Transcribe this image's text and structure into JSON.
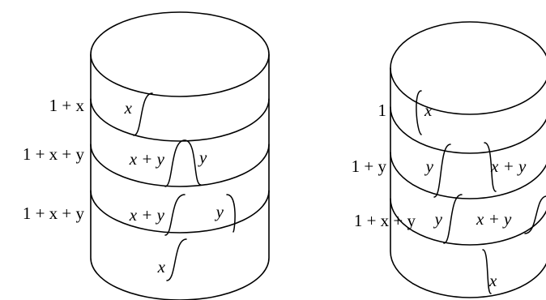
{
  "left_cylinder": {
    "row_labels": [
      "1 + x",
      "1 + x + y",
      "1 + x + y"
    ],
    "band_labels": [
      "x",
      "x + y",
      "y",
      "x + y",
      "y",
      "x"
    ]
  },
  "right_cylinder": {
    "row_labels": [
      "1",
      "1 + y",
      "1 + x + y"
    ],
    "band_labels": [
      "x",
      "y",
      "x + y",
      "y",
      "x + y",
      "x"
    ]
  }
}
